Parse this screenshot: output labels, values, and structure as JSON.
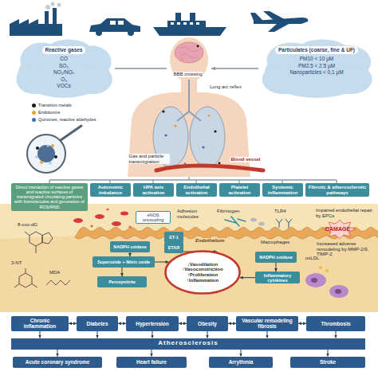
{
  "diagram": {
    "nodes": [
      {
        "text": [
          "Reactive gases",
          "CO",
          "SO₂",
          "NO₂/NOₓ",
          "O₃",
          "VOCs"
        ]
      },
      {
        "text": [
          "Particulates (coarse, fine & UF)",
          "PM10 < 10 µM",
          "PM2.5 < 2.5 µM",
          "Nanoparticles < 0,1 µM"
        ]
      },
      {
        "text": [
          "Direct interaction of reactive gases and reactive surfaces of transmigrated circulating particles with biomolecules and generation of ROS/RNS"
        ]
      },
      {
        "text": [
          "Autonomic imbalance"
        ]
      },
      {
        "text": [
          "HPA axis activation"
        ]
      },
      {
        "text": [
          "Endothelial activation"
        ]
      },
      {
        "text": [
          "Platelet activation"
        ]
      },
      {
        "text": [
          "Systemic inflammation"
        ]
      },
      {
        "text": [
          "Fibrotic & atherosclerotic pathways"
        ]
      },
      {
        "text": [
          "eNOS uncoupling"
        ]
      },
      {
        "text": [
          "NADPH oxidase"
        ]
      },
      {
        "text": [
          "ET-1"
        ]
      },
      {
        "text": [
          "ETAR"
        ]
      },
      {
        "text": [
          "Superoxide + Nitric oxide"
        ]
      },
      {
        "text": [
          "Peroxynitrite"
        ]
      },
      {
        "text": [
          "↓Vasodilation",
          "↑Vasoconstriction",
          "↑Proliferation",
          "↑Inflammation"
        ]
      },
      {
        "text": [
          "NADPH oxidase"
        ]
      },
      {
        "text": [
          "Inflammatory cytokines"
        ]
      },
      {
        "text": [
          "Chronic inflammation"
        ]
      },
      {
        "text": [
          "Diabetes"
        ]
      },
      {
        "text": [
          "Hypertension"
        ]
      },
      {
        "text": [
          "Obesity"
        ]
      },
      {
        "text": [
          "Vascular remodeling fibrosis"
        ]
      },
      {
        "text": [
          "Thrombosis"
        ]
      },
      {
        "text": [
          "Atherosclerosis"
        ]
      },
      {
        "text": [
          "Acute coronary syndrome"
        ]
      },
      {
        "text": [
          "Heart failure"
        ]
      },
      {
        "text": [
          "Arrythmia"
        ]
      },
      {
        "text": [
          "Stroke"
        ]
      }
    ],
    "edges": [
      {
        "from": 10,
        "to": 13,
        "arrow": "to"
      },
      {
        "from": 13,
        "to": 14,
        "arrow": "to"
      },
      {
        "from": 13,
        "to": 15,
        "arrow": "to"
      },
      {
        "from": 12,
        "to": 15,
        "arrow": "to"
      },
      {
        "from": 16,
        "to": 17,
        "arrow": "to"
      },
      {
        "from": 17,
        "to": 15,
        "arrow": "to"
      },
      {
        "from": 18,
        "to": 19,
        "arrow": "both"
      },
      {
        "from": 19,
        "to": 20,
        "arrow": "both"
      },
      {
        "from": 20,
        "to": 21,
        "arrow": "both"
      },
      {
        "from": 21,
        "to": 22,
        "arrow": "both"
      },
      {
        "from": 22,
        "to": 23,
        "arrow": "both"
      },
      {
        "from": 18,
        "to": 24,
        "arrow": "to"
      },
      {
        "from": 19,
        "to": 24,
        "arrow": "to"
      },
      {
        "from": 20,
        "to": 24,
        "arrow": "to"
      },
      {
        "from": 21,
        "to": 24,
        "arrow": "to"
      },
      {
        "from": 22,
        "to": 24,
        "arrow": "to"
      },
      {
        "from": 23,
        "to": 24,
        "arrow": "to"
      },
      {
        "from": 24,
        "to": 25,
        "arrow": "to"
      },
      {
        "from": 24,
        "to": 26,
        "arrow": "to"
      },
      {
        "from": 24,
        "to": 27,
        "arrow": "to"
      },
      {
        "from": 24,
        "to": 28,
        "arrow": "to"
      }
    ],
    "labels": [
      "BBB crossing",
      "Lung arc reflex",
      "Gas and particle transmigration",
      "Blood vessel",
      "8-oxo-dG",
      "3-NT",
      "MDA",
      "Adhesion molecules",
      "Fibrinogen",
      "TLR4",
      "Impaired endothelial repair by EPCs",
      "DAMAGE",
      "Increased adverse remodeling by MMP-2/9, TIMP-2",
      "Endothelium",
      "Macrophages",
      "oxLDL"
    ],
    "legend": [
      {
        "text": "Transition metals",
        "color": "#1a1a1a"
      },
      {
        "text": "Endotoxins",
        "color": "#e8a33a"
      },
      {
        "text": "Quinones, reactive aldehydes",
        "color": "#3f6fb5"
      }
    ]
  }
}
